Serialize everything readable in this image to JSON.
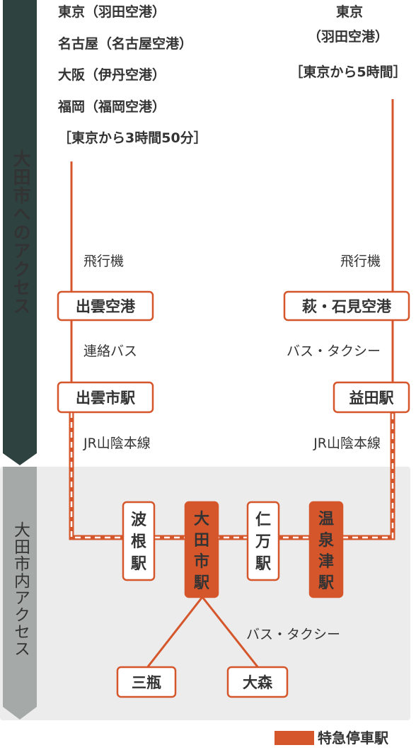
{
  "colors": {
    "accent": "#d5562b",
    "dark_band": "#2e4240",
    "gray_band": "#a5aaa9",
    "inner_panel": "#ececec",
    "text": "#333333",
    "white": "#ffffff"
  },
  "bands": {
    "outside": "大田市へのアクセス",
    "inside": "大田市内アクセス"
  },
  "origins_left": [
    "東京（羽田空港）",
    "名古屋（名古屋空港）",
    "大阪（伊丹空港）",
    "福岡（福岡空港）",
    "［東京から3時間50分］"
  ],
  "origins_right": [
    "東京",
    "（羽田空港）",
    "［東京から5時間］"
  ],
  "segments": {
    "left_flight": "飛行機",
    "right_flight": "飛行機",
    "left_bus": "連絡バス",
    "right_bus": "バス・タクシー",
    "left_rail": "JR山陰本線",
    "right_rail": "JR山陰本線",
    "inner_bus": "バス・タクシー"
  },
  "stations": {
    "izumo_airport": "出雲空港",
    "hagi_airport": "萩・石見空港",
    "izumoshi": "出雲市駅",
    "masuda": "益田駅",
    "hane": [
      "波",
      "根",
      "駅"
    ],
    "odashi": [
      "大",
      "田",
      "市",
      "駅"
    ],
    "nima": [
      "仁",
      "万",
      "駅"
    ],
    "yunotsu": [
      "温",
      "泉",
      "津",
      "駅"
    ],
    "sanbe": "三瓶",
    "omori": "大森"
  },
  "legend": {
    "label": "特急停車駅"
  }
}
